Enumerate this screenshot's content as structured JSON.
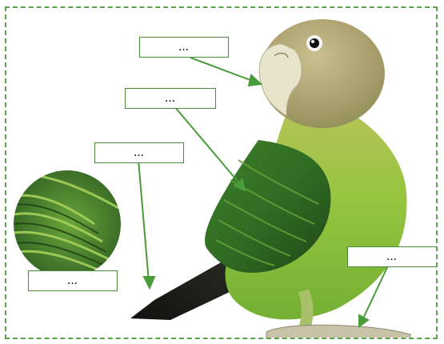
{
  "image": {
    "subject": "parrot",
    "colors": {
      "frame_border": "#5aa24a",
      "leader_line": "#4a9b3a",
      "body_green": "#8fc23b",
      "wing_green": "#3f8a2a",
      "head_olive": "#b7b07a",
      "beak": "#e6e2c7"
    }
  },
  "labels": [
    {
      "id": "beak",
      "text": "..."
    },
    {
      "id": "wing",
      "text": "..."
    },
    {
      "id": "feathers",
      "text": "..."
    },
    {
      "id": "inset",
      "text": "..."
    },
    {
      "id": "feet",
      "text": "..."
    }
  ]
}
